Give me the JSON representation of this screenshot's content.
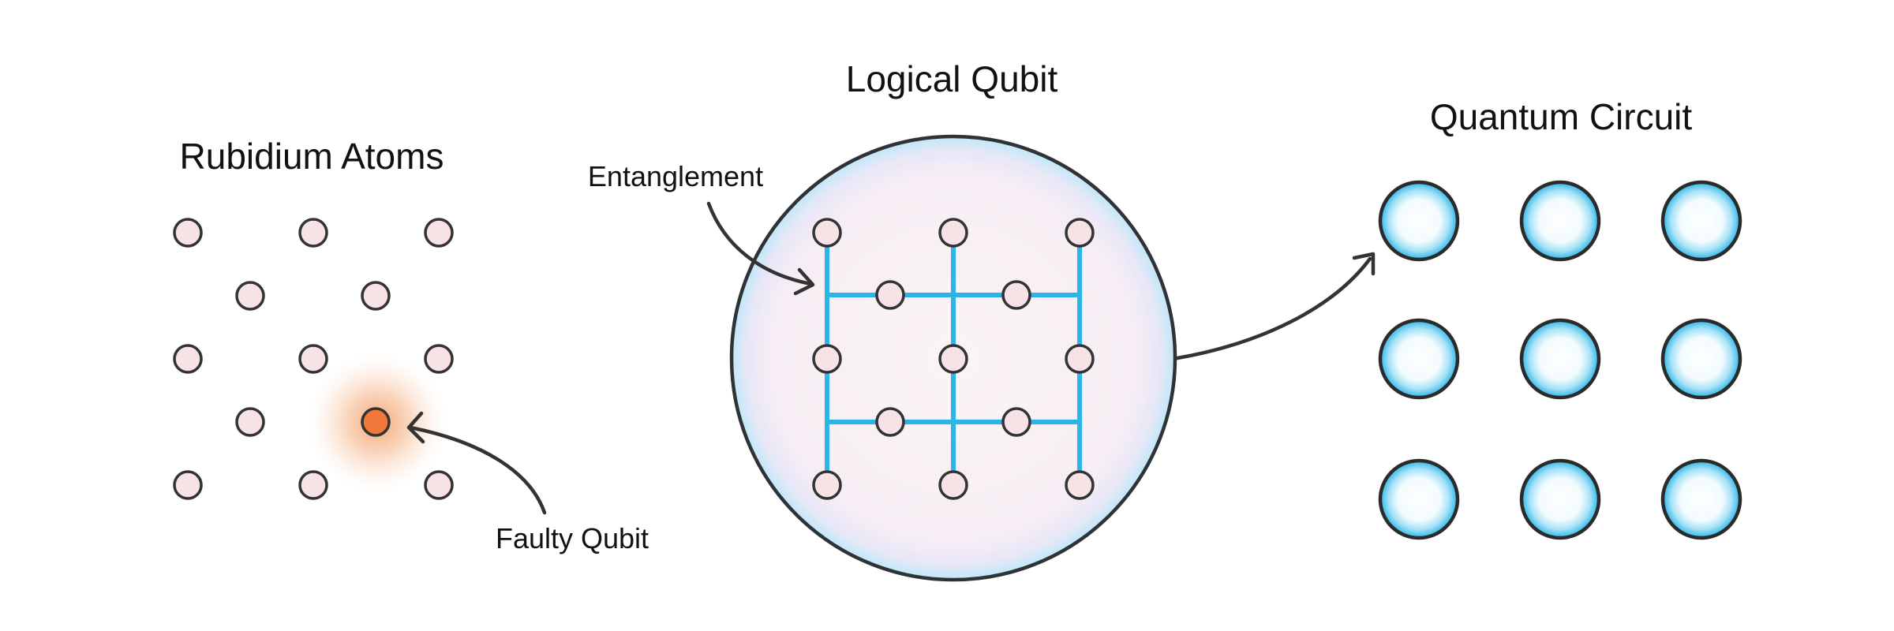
{
  "panels": {
    "atoms": {
      "title": "Rubidium Atoms"
    },
    "logical": {
      "title": "Logical Qubit"
    },
    "circuit": {
      "title": "Quantum Circuit"
    }
  },
  "annotations": {
    "entanglement": "Entanglement",
    "faulty": "Faulty Qubit"
  },
  "colors": {
    "atom_fill": "#f7e3e6",
    "faulty_fill": "#f0783a",
    "entanglement_line": "#2bb6ea",
    "outline": "#333333",
    "circuit_glow": "#2bb6ea"
  },
  "counts": {
    "rubidium_atoms": 13,
    "logical_qubit_atoms": 13,
    "circuit_qubits": 9
  }
}
